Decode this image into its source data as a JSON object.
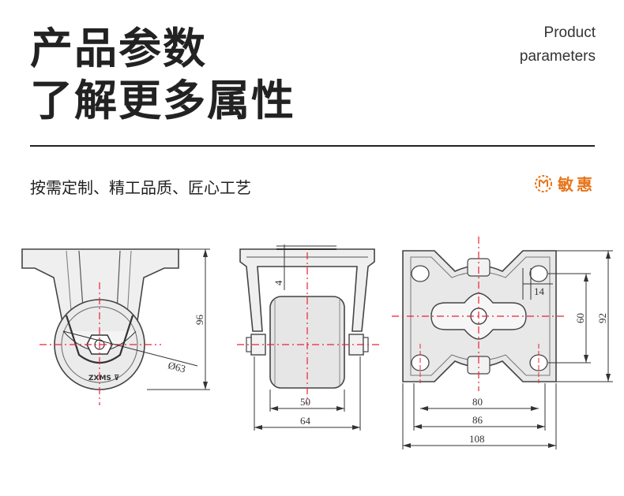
{
  "header": {
    "title_line1": "产品参数",
    "title_line2": "了解更多属性",
    "en_line1": "Product",
    "en_line2": "parameters"
  },
  "slogan": "按需定制、精工品质、匠心工艺",
  "brand": {
    "name": "敏惠",
    "color": "#e8751a",
    "icon": "brand-logo-icon"
  },
  "dimensions": {
    "side_height": "96",
    "wheel_diameter": "Ø63",
    "wheel_mark": "ZXMS ⊽",
    "front_plate_thickness": "4",
    "front_wheel_width": "50",
    "front_total_width": "64",
    "plate_hole_offset": "14",
    "plate_hole_spacing_v": "60",
    "plate_height": "92",
    "plate_hole_spacing_h": "80",
    "plate_inner_width": "86",
    "plate_width": "108"
  }
}
